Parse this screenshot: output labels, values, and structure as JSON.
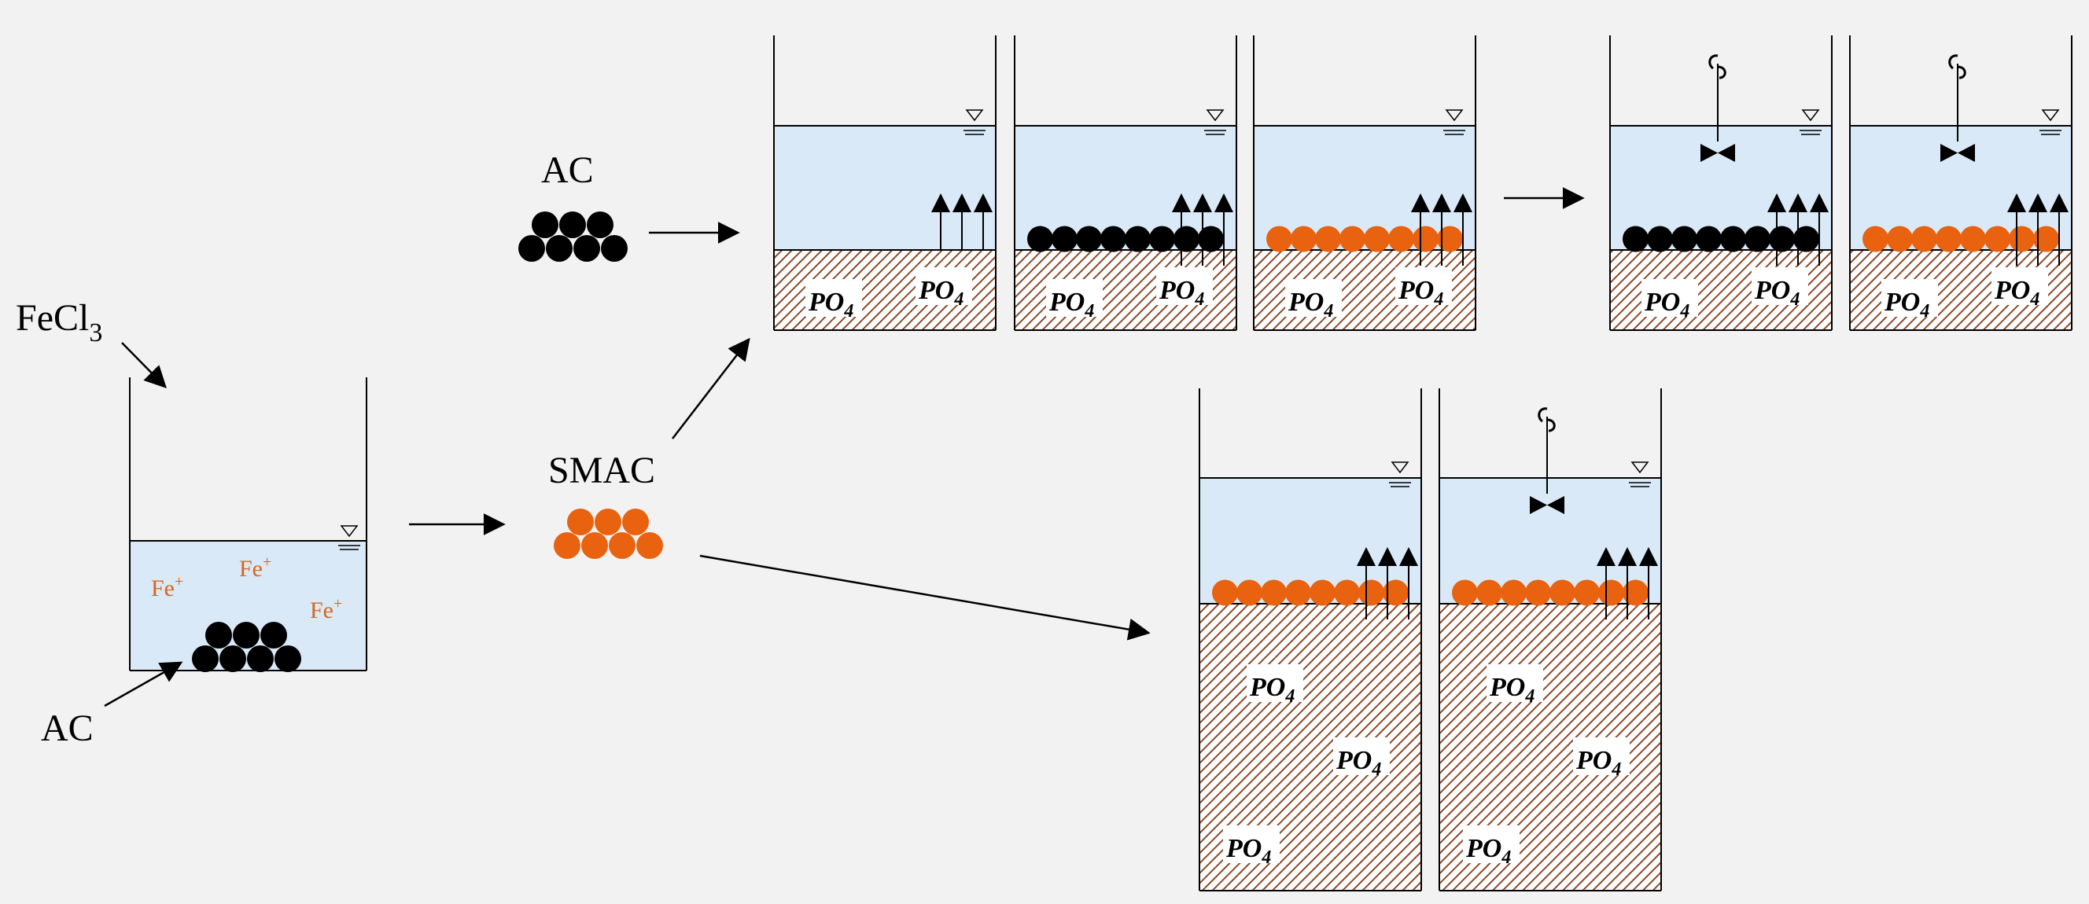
{
  "labels": {
    "fecl3_main": "FeCl",
    "fecl3_sub": "3",
    "ac_input": "AC",
    "ac_top": "AC",
    "smac": "SMAC",
    "fe_ion_main": "Fe",
    "fe_ion_sup": "+",
    "po4_main": "PO",
    "po4_sub": "4"
  },
  "colors": {
    "background": "#f2f2f2",
    "water": "#d9e9f7",
    "ac_particle": "#000000",
    "smac_particle": "#e8620f",
    "sediment_hatch": "#8b4a2b",
    "fe_text": "#d9651a"
  }
}
